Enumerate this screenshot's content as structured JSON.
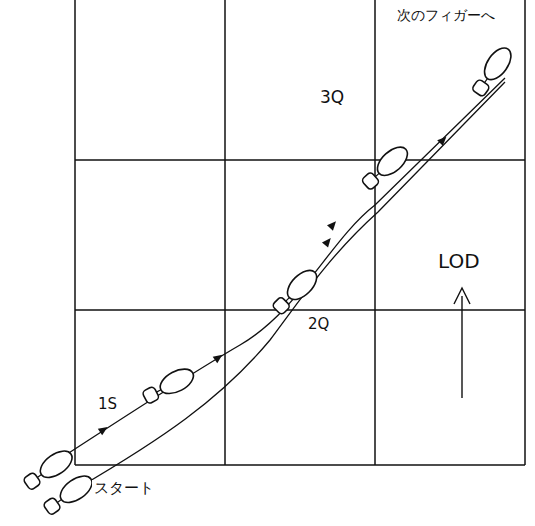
{
  "diagram": {
    "labels": [
      "次のフィガーへ",
      "3Q",
      "LOD",
      "2Q",
      "1S",
      "スタート"
    ]
  }
}
